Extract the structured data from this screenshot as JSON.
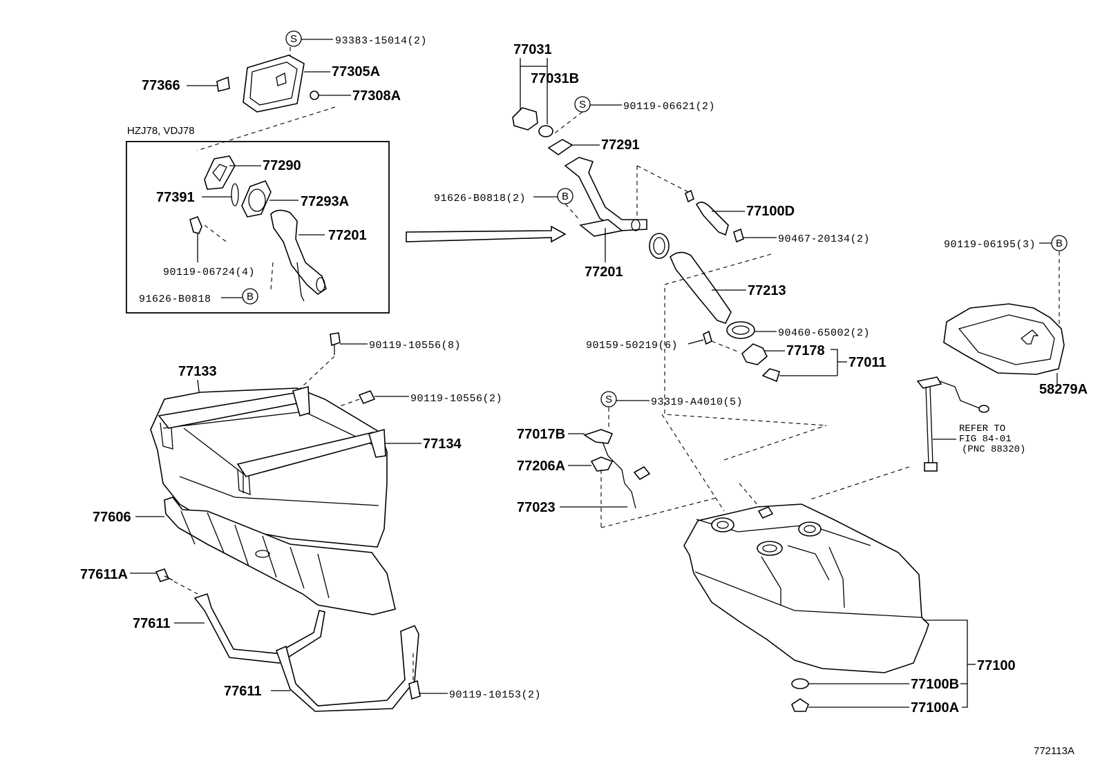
{
  "title_box": "HZJ78, VDJ78",
  "figure_id": "772113A",
  "refer": {
    "line1": "REFER TO",
    "line2": "FIG 84-01",
    "line3": "(PNC 88320)"
  },
  "labels": {
    "p93383": "93383-15014(2)",
    "p77305A": "77305A",
    "p77366": "77366",
    "p77308A": "77308A",
    "p77290": "77290",
    "p77391": "77391",
    "p77293A": "77293A",
    "p77201a": "77201",
    "p90119_06724": "90119-06724(4)",
    "p91626_box": "91626-B0818",
    "p77031": "77031",
    "p77031B": "77031B",
    "p90119_06621": "90119-06621(2)",
    "p77291": "77291",
    "p91626": "91626-B0818(2)",
    "p77100D": "77100D",
    "p90467": "90467-20134(2)",
    "p77201b": "77201",
    "p77213": "77213",
    "p90460": "90460-65002(2)",
    "p90159": "90159-50219(6)",
    "p77178": "77178",
    "p77011": "77011",
    "p90119_06195": "90119-06195(3)",
    "p58279A": "58279A",
    "p90119_10556a": "90119-10556(8)",
    "p77133": "77133",
    "p90119_10556b": "90119-10556(2)",
    "p77134": "77134",
    "p93319": "93319-A4010(5)",
    "p77017B": "77017B",
    "p77206A": "77206A",
    "p77023": "77023",
    "p77606": "77606",
    "p77611A": "77611A",
    "p77611a": "77611",
    "p77611b": "77611",
    "p90119_10153": "90119-10153(2)",
    "p77100": "77100",
    "p77100B": "77100B",
    "p77100A": "77100A"
  },
  "markers": {
    "s": "S",
    "b": "B"
  }
}
